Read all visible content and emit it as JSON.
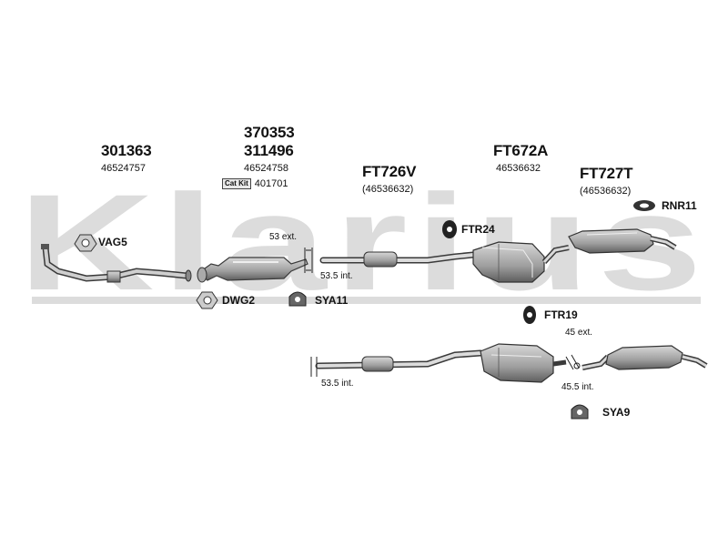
{
  "watermark": {
    "text": "Klarius",
    "color": "#d9d9d9"
  },
  "groups": [
    {
      "part": "301363",
      "oe": "46524757"
    },
    {
      "part_1": "370353",
      "part_2": "311496",
      "oe": "46524758",
      "catkit_badge": "Cat Kit",
      "catkit_number": "401701"
    },
    {
      "part": "FT726V",
      "oe": "(46536632)"
    },
    {
      "part": "FT672A",
      "oe": "46536632"
    },
    {
      "part": "FT727T",
      "oe": "(46536632)"
    }
  ],
  "accessories": {
    "vag5": "VAG5",
    "dwg2": "DWG2",
    "sya11": "SYA11",
    "ftr24": "FTR24",
    "rnr11": "RNR11",
    "ftr19": "FTR19",
    "sya9": "SYA9"
  },
  "dimensions": {
    "ext_53": "53 ext.",
    "int_53_5_top": "53.5 int.",
    "ext_45": "45 ext.",
    "int_53_5_bottom": "53.5 int.",
    "int_45_5": "45.5 int."
  },
  "colors": {
    "pipe": "#c8c8c8",
    "outline": "#3a3a3a",
    "box": "#b5b5b5",
    "rubber": "#222222"
  }
}
